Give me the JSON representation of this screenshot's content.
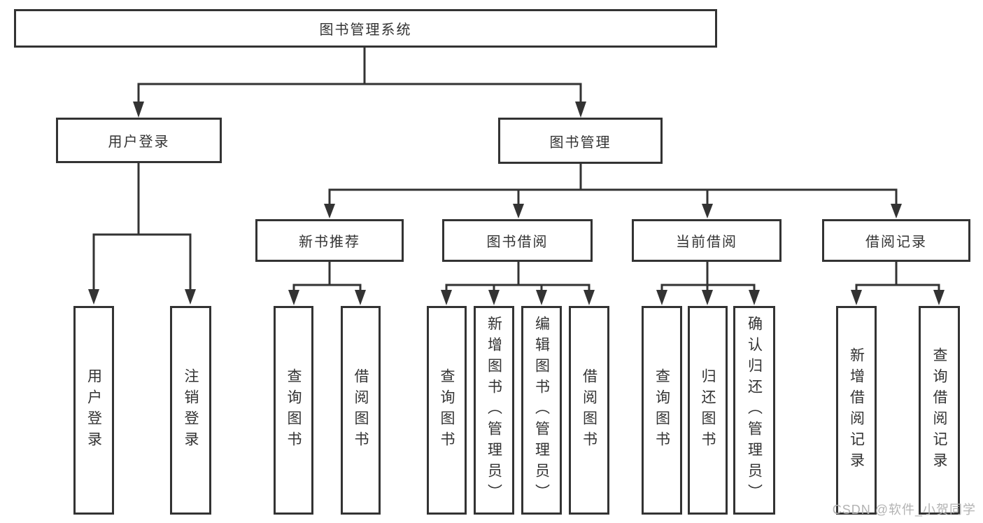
{
  "diagram": {
    "tree": {
      "label": "图书管理系统",
      "children": [
        {
          "label": "用户登录",
          "children": [
            {
              "label": "用户登录"
            },
            {
              "label": "注销登录"
            }
          ]
        },
        {
          "label": "图书管理",
          "children": [
            {
              "label": "新书推荐",
              "children": [
                {
                  "label": "查询图书"
                },
                {
                  "label": "借阅图书"
                }
              ]
            },
            {
              "label": "图书借阅",
              "children": [
                {
                  "label": "查询图书"
                },
                {
                  "label": "新增图书（管理员）"
                },
                {
                  "label": "编辑图书（管理员）"
                },
                {
                  "label": "借阅图书"
                }
              ]
            },
            {
              "label": "当前借阅",
              "children": [
                {
                  "label": "查询图书"
                },
                {
                  "label": "归还图书"
                },
                {
                  "label": "确认归还（管理员）"
                }
              ]
            },
            {
              "label": "借阅记录",
              "children": [
                {
                  "label": "新增借阅记录"
                },
                {
                  "label": "查询借阅记录"
                }
              ]
            }
          ]
        }
      ]
    },
    "watermark": "CSDN @软件_小贺同学",
    "colors": {
      "line": "#333333",
      "box_border": "#333333",
      "box_fill": "#ffffff",
      "text": "#333333",
      "watermark": "#b3b3b3",
      "background": "#ffffff"
    }
  }
}
